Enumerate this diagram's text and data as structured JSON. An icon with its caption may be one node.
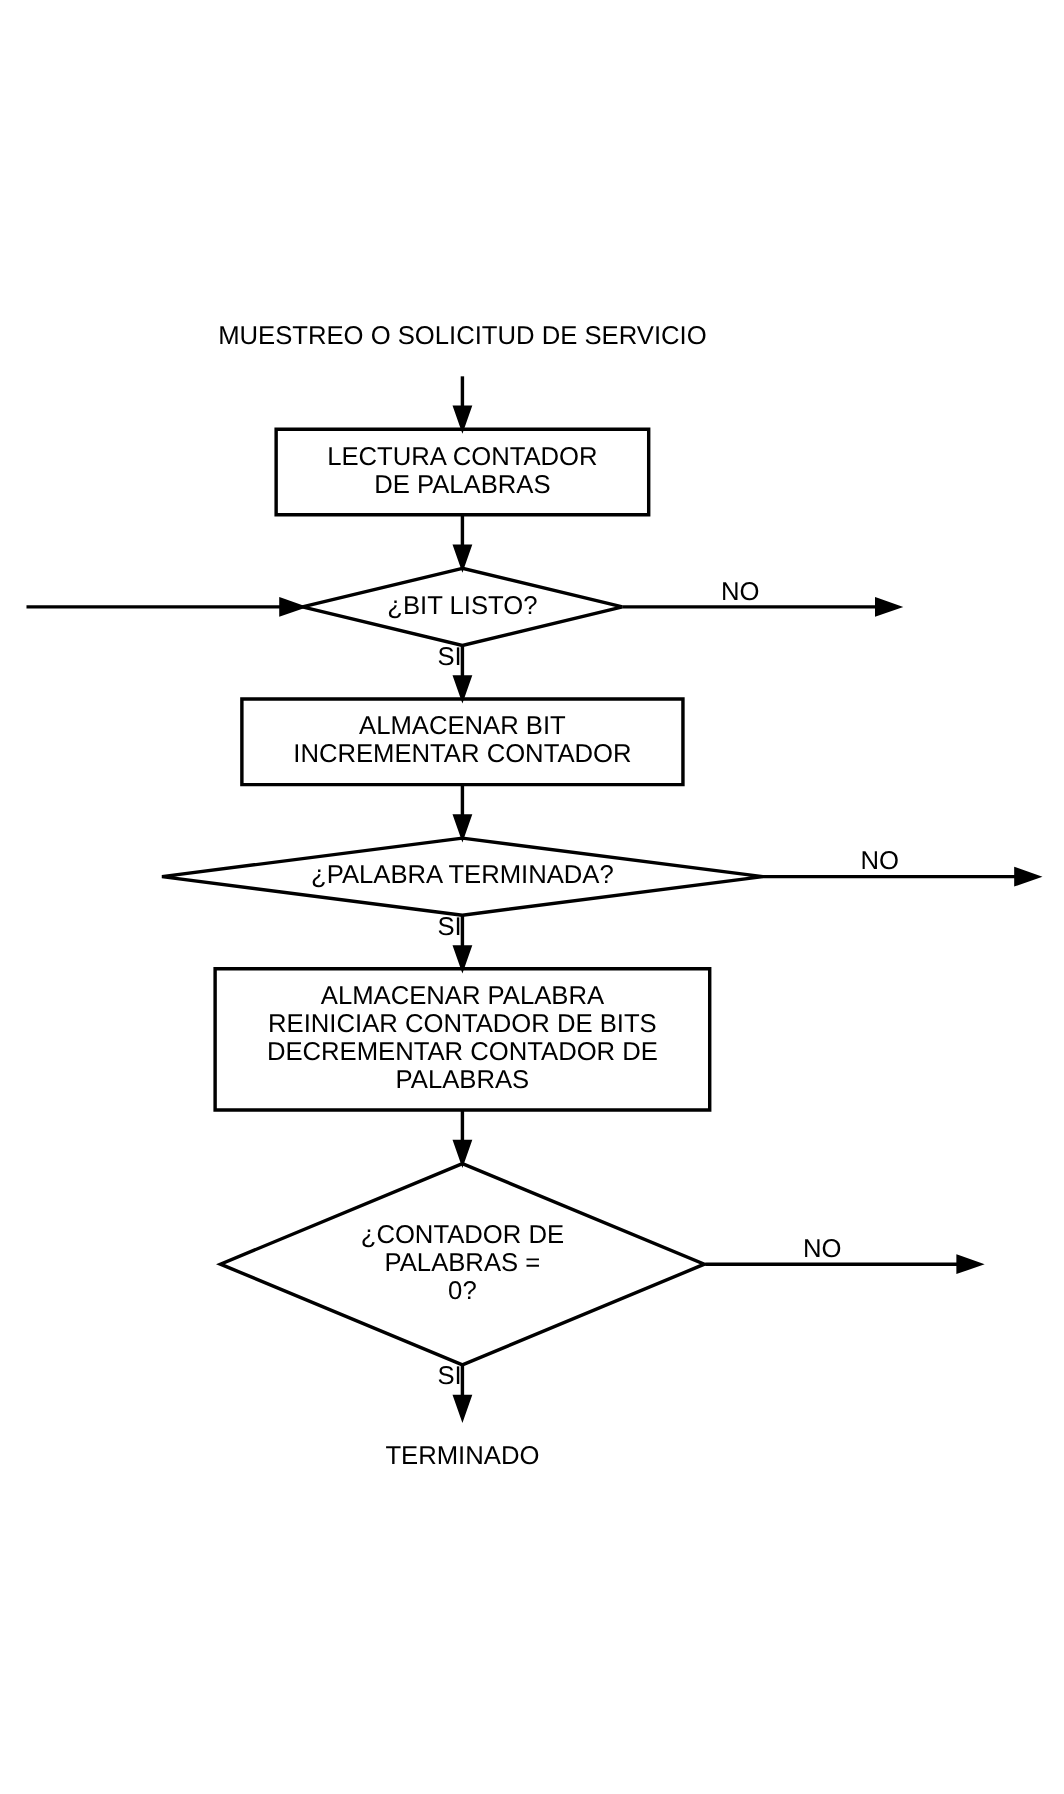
{
  "diagram": {
    "nodes": [
      {
        "text": [
          "MUESTREO O SOLICITUD DE SERVICIO"
        ]
      },
      {
        "text": [
          "LECTURA CONTADOR DE PALABRAS"
        ]
      },
      {
        "text": [
          "¿BIT LISTO?"
        ]
      },
      {
        "text": [
          "ALMACENAR BIT INCREMENTAR CONTADOR"
        ]
      },
      {
        "text": [
          "¿PALABRA TERMINADA?"
        ]
      },
      {
        "text": [
          "ALMACENAR PALABRA REINICIAR CONTADOR DE BITS DECREMENTAR CONTADOR DE PALABRAS"
        ]
      },
      {
        "text": [
          "¿CONTADOR DE PALABRAS = 0?"
        ]
      },
      {
        "text": [
          "TERMINADO"
        ]
      }
    ],
    "edges": [
      {
        "from": 0,
        "to": 1,
        "arrow": "to"
      },
      {
        "from": 1,
        "to": 2,
        "arrow": "to"
      },
      {
        "from": null,
        "to": 2,
        "arrow": "to"
      },
      {
        "from": 2,
        "to": null,
        "arrow": "to",
        "label": "NO"
      },
      {
        "from": 2,
        "to": 3,
        "arrow": "to",
        "label": "SI"
      },
      {
        "from": 3,
        "to": 4,
        "arrow": "to"
      },
      {
        "from": 4,
        "to": null,
        "arrow": "to",
        "label": "NO"
      },
      {
        "from": 4,
        "to": 5,
        "arrow": "to",
        "label": "SI"
      },
      {
        "from": 5,
        "to": 6,
        "arrow": "to"
      },
      {
        "from": 6,
        "to": null,
        "arrow": "to",
        "label": "NO"
      },
      {
        "from": 6,
        "to": 7,
        "arrow": "to",
        "label": "SI"
      }
    ]
  }
}
